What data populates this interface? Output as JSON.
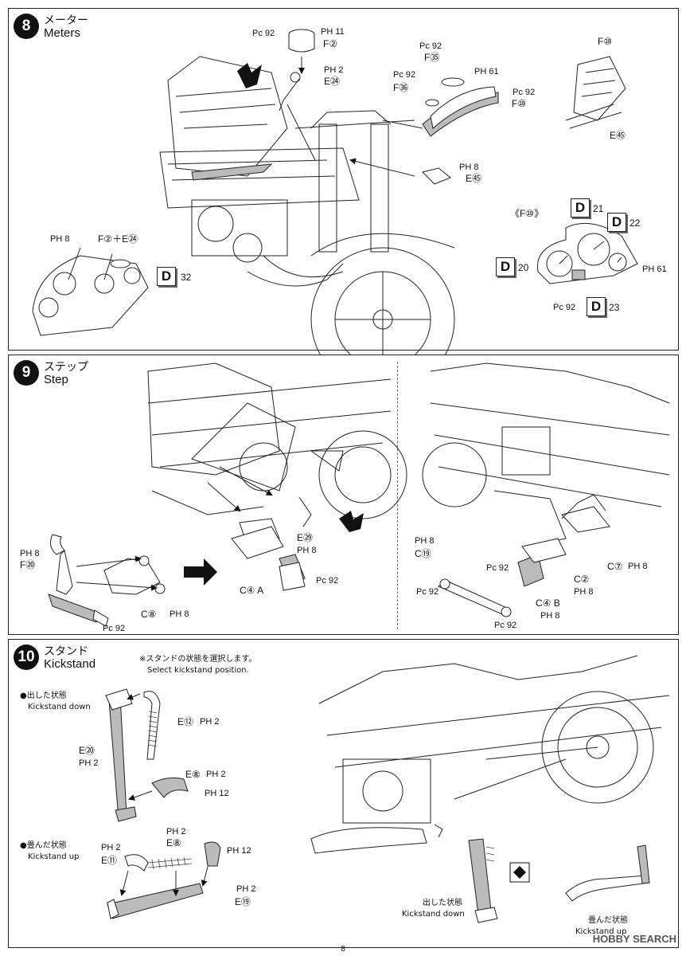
{
  "page_number": "8",
  "watermark": "HOBBY SEARCH",
  "step8": {
    "number": "8",
    "title_jp": "メーター",
    "title_en": "Meters",
    "labels": {
      "pc92_a": "Pc 92",
      "ph11": "PH 11",
      "f2": "F②",
      "ph2": "PH 2",
      "e24": "E㉔",
      "pc92_b": "Pc 92",
      "f35": "F㉟",
      "pc92_c": "Pc 92",
      "f36": "F㊱",
      "ph61": "PH 61",
      "pc92_d": "Pc 92",
      "f10": "F⑩",
      "ph8": "PH 8",
      "e45": "E㊺",
      "f10_top": "F⑩",
      "e45_side": "E㊺",
      "f2_e24": "F②＋E㉔",
      "ph8_left": "PH 8",
      "d32": "32",
      "f10_gauge": "《F⑩》",
      "d21": "21",
      "d22": "22",
      "d20": "20",
      "d23": "23",
      "ph61_gauge": "PH 61",
      "pc92_gauge": "Pc 92"
    },
    "decal_letter": "D"
  },
  "step9": {
    "number": "9",
    "title_jp": "ステップ",
    "title_en": "Step",
    "labels": {
      "ph8_a": "PH 8",
      "f20": "F⑳",
      "pc92_a": "Pc 92",
      "c8": "C⑧",
      "ph8_b": "PH 8",
      "c4a": "C④ A",
      "pc92_b": "Pc 92",
      "e29": "E㉙",
      "ph8_c": "PH 8",
      "ph8_d": "PH 8",
      "c19": "C⑲",
      "pc92_c": "Pc 92",
      "pc92_d": "Pc 92",
      "c2": "C②",
      "ph8_e": "PH 8",
      "c7": "C⑦",
      "ph8_f": "PH 8",
      "c4b": "C④ B",
      "ph8_g": "PH 8",
      "pc92_e": "Pc 92"
    }
  },
  "step10": {
    "number": "10",
    "title_jp": "スタンド",
    "title_en": "Kickstand",
    "note_jp": "※スタンドの状態を選択します。",
    "note_en": "Select kickstand position.",
    "down_jp": "●出した状態",
    "down_en": "Kickstand down",
    "up_jp": "●畳んだ状態",
    "up_en": "Kickstand up",
    "labels": {
      "e12": "E⑫",
      "ph2_a": "PH 2",
      "e20": "E⑳",
      "ph2_b": "PH 2",
      "e8": "E⑧",
      "ph2_c": "PH 2",
      "ph12_a": "PH 12",
      "ph2_d": "PH 2",
      "e8_b": "E⑧",
      "ph12_b": "PH 12",
      "ph2_e": "PH 2",
      "e11": "E⑪",
      "ph2_f": "PH 2",
      "e19": "E⑲",
      "down_jp_r": "出した状態",
      "down_en_r": "Kickstand down",
      "up_jp_r": "畳んだ状態",
      "up_en_r": "Kickstand up"
    }
  }
}
